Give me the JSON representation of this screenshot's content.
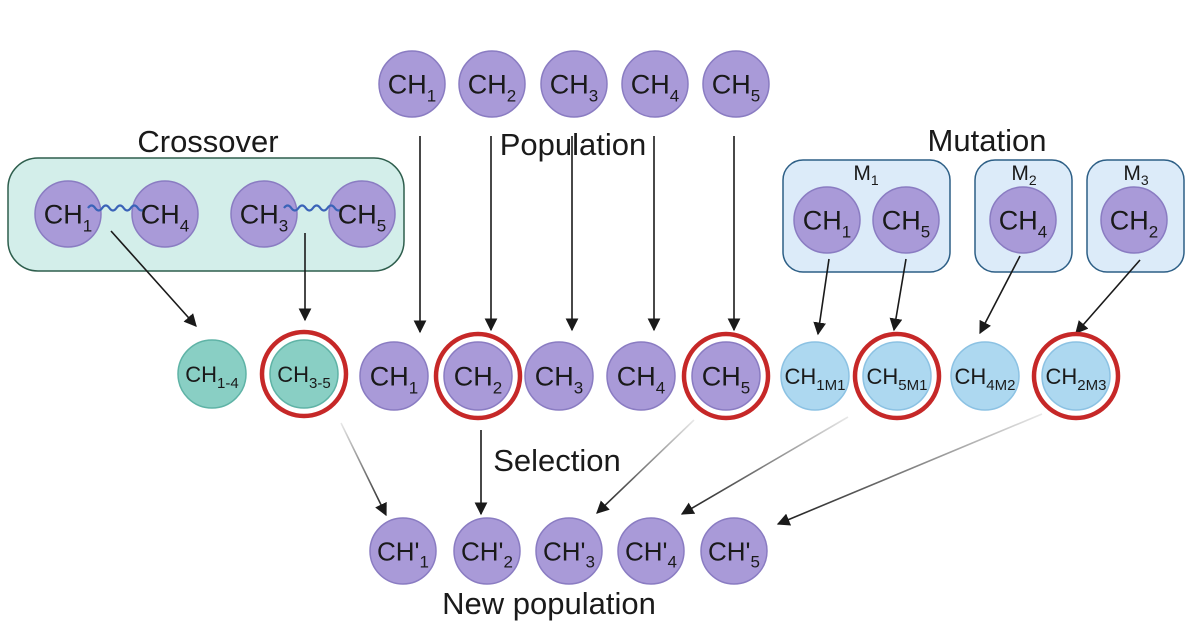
{
  "labels": {
    "crossover": "Crossover",
    "population": "Population",
    "mutation": "Mutation",
    "selection": "Selection",
    "new_population": "New population"
  },
  "colors": {
    "purple": "#a99ad8",
    "purple_stroke": "#8a7cc2",
    "teal": "#89cfc4",
    "teal_stroke": "#5fb3a6",
    "light_blue": "#add8f0",
    "light_blue_stroke": "#8cc2e3",
    "crossover_box_fill": "#d3eeea",
    "crossover_box_stroke": "#2e5e4d",
    "mutation_box_fill": "#dcebf9",
    "mutation_box_stroke": "#2d5f86",
    "selected_ring": "#c62828",
    "crossover_wave": "#3a63b8",
    "arrow": "#1a1a1a"
  },
  "population": [
    {
      "base": "CH",
      "sub": "1"
    },
    {
      "base": "CH",
      "sub": "2"
    },
    {
      "base": "CH",
      "sub": "3"
    },
    {
      "base": "CH",
      "sub": "4"
    },
    {
      "base": "CH",
      "sub": "5"
    }
  ],
  "crossover_pairs": [
    {
      "left": {
        "base": "CH",
        "sub": "1"
      },
      "right": {
        "base": "CH",
        "sub": "4"
      }
    },
    {
      "left": {
        "base": "CH",
        "sub": "3"
      },
      "right": {
        "base": "CH",
        "sub": "5"
      }
    }
  ],
  "mutation_groups": [
    {
      "label": "M",
      "label_sub": "1",
      "members": [
        {
          "base": "CH",
          "sub": "1"
        },
        {
          "base": "CH",
          "sub": "5"
        }
      ]
    },
    {
      "label": "M",
      "label_sub": "2",
      "members": [
        {
          "base": "CH",
          "sub": "4"
        }
      ]
    },
    {
      "label": "M",
      "label_sub": "3",
      "members": [
        {
          "base": "CH",
          "sub": "2"
        }
      ]
    }
  ],
  "candidates": [
    {
      "base": "CH",
      "sub": "1-4",
      "kind": "crossover",
      "selected": false
    },
    {
      "base": "CH",
      "sub": "3-5",
      "kind": "crossover",
      "selected": true
    },
    {
      "base": "CH",
      "sub": "1",
      "kind": "population",
      "selected": false
    },
    {
      "base": "CH",
      "sub": "2",
      "kind": "population",
      "selected": true
    },
    {
      "base": "CH",
      "sub": "3",
      "kind": "population",
      "selected": false
    },
    {
      "base": "CH",
      "sub": "4",
      "kind": "population",
      "selected": false
    },
    {
      "base": "CH",
      "sub": "5",
      "kind": "population",
      "selected": true
    },
    {
      "base": "CH",
      "sub": "1M1",
      "kind": "mutation",
      "selected": false
    },
    {
      "base": "CH",
      "sub": "5M1",
      "kind": "mutation",
      "selected": true
    },
    {
      "base": "CH",
      "sub": "4M2",
      "kind": "mutation",
      "selected": false
    },
    {
      "base": "CH",
      "sub": "2M3",
      "kind": "mutation",
      "selected": true
    }
  ],
  "new_population": [
    {
      "base": "CH'",
      "sub": "1"
    },
    {
      "base": "CH'",
      "sub": "2"
    },
    {
      "base": "CH'",
      "sub": "3"
    },
    {
      "base": "CH'",
      "sub": "4"
    },
    {
      "base": "CH'",
      "sub": "5"
    }
  ]
}
